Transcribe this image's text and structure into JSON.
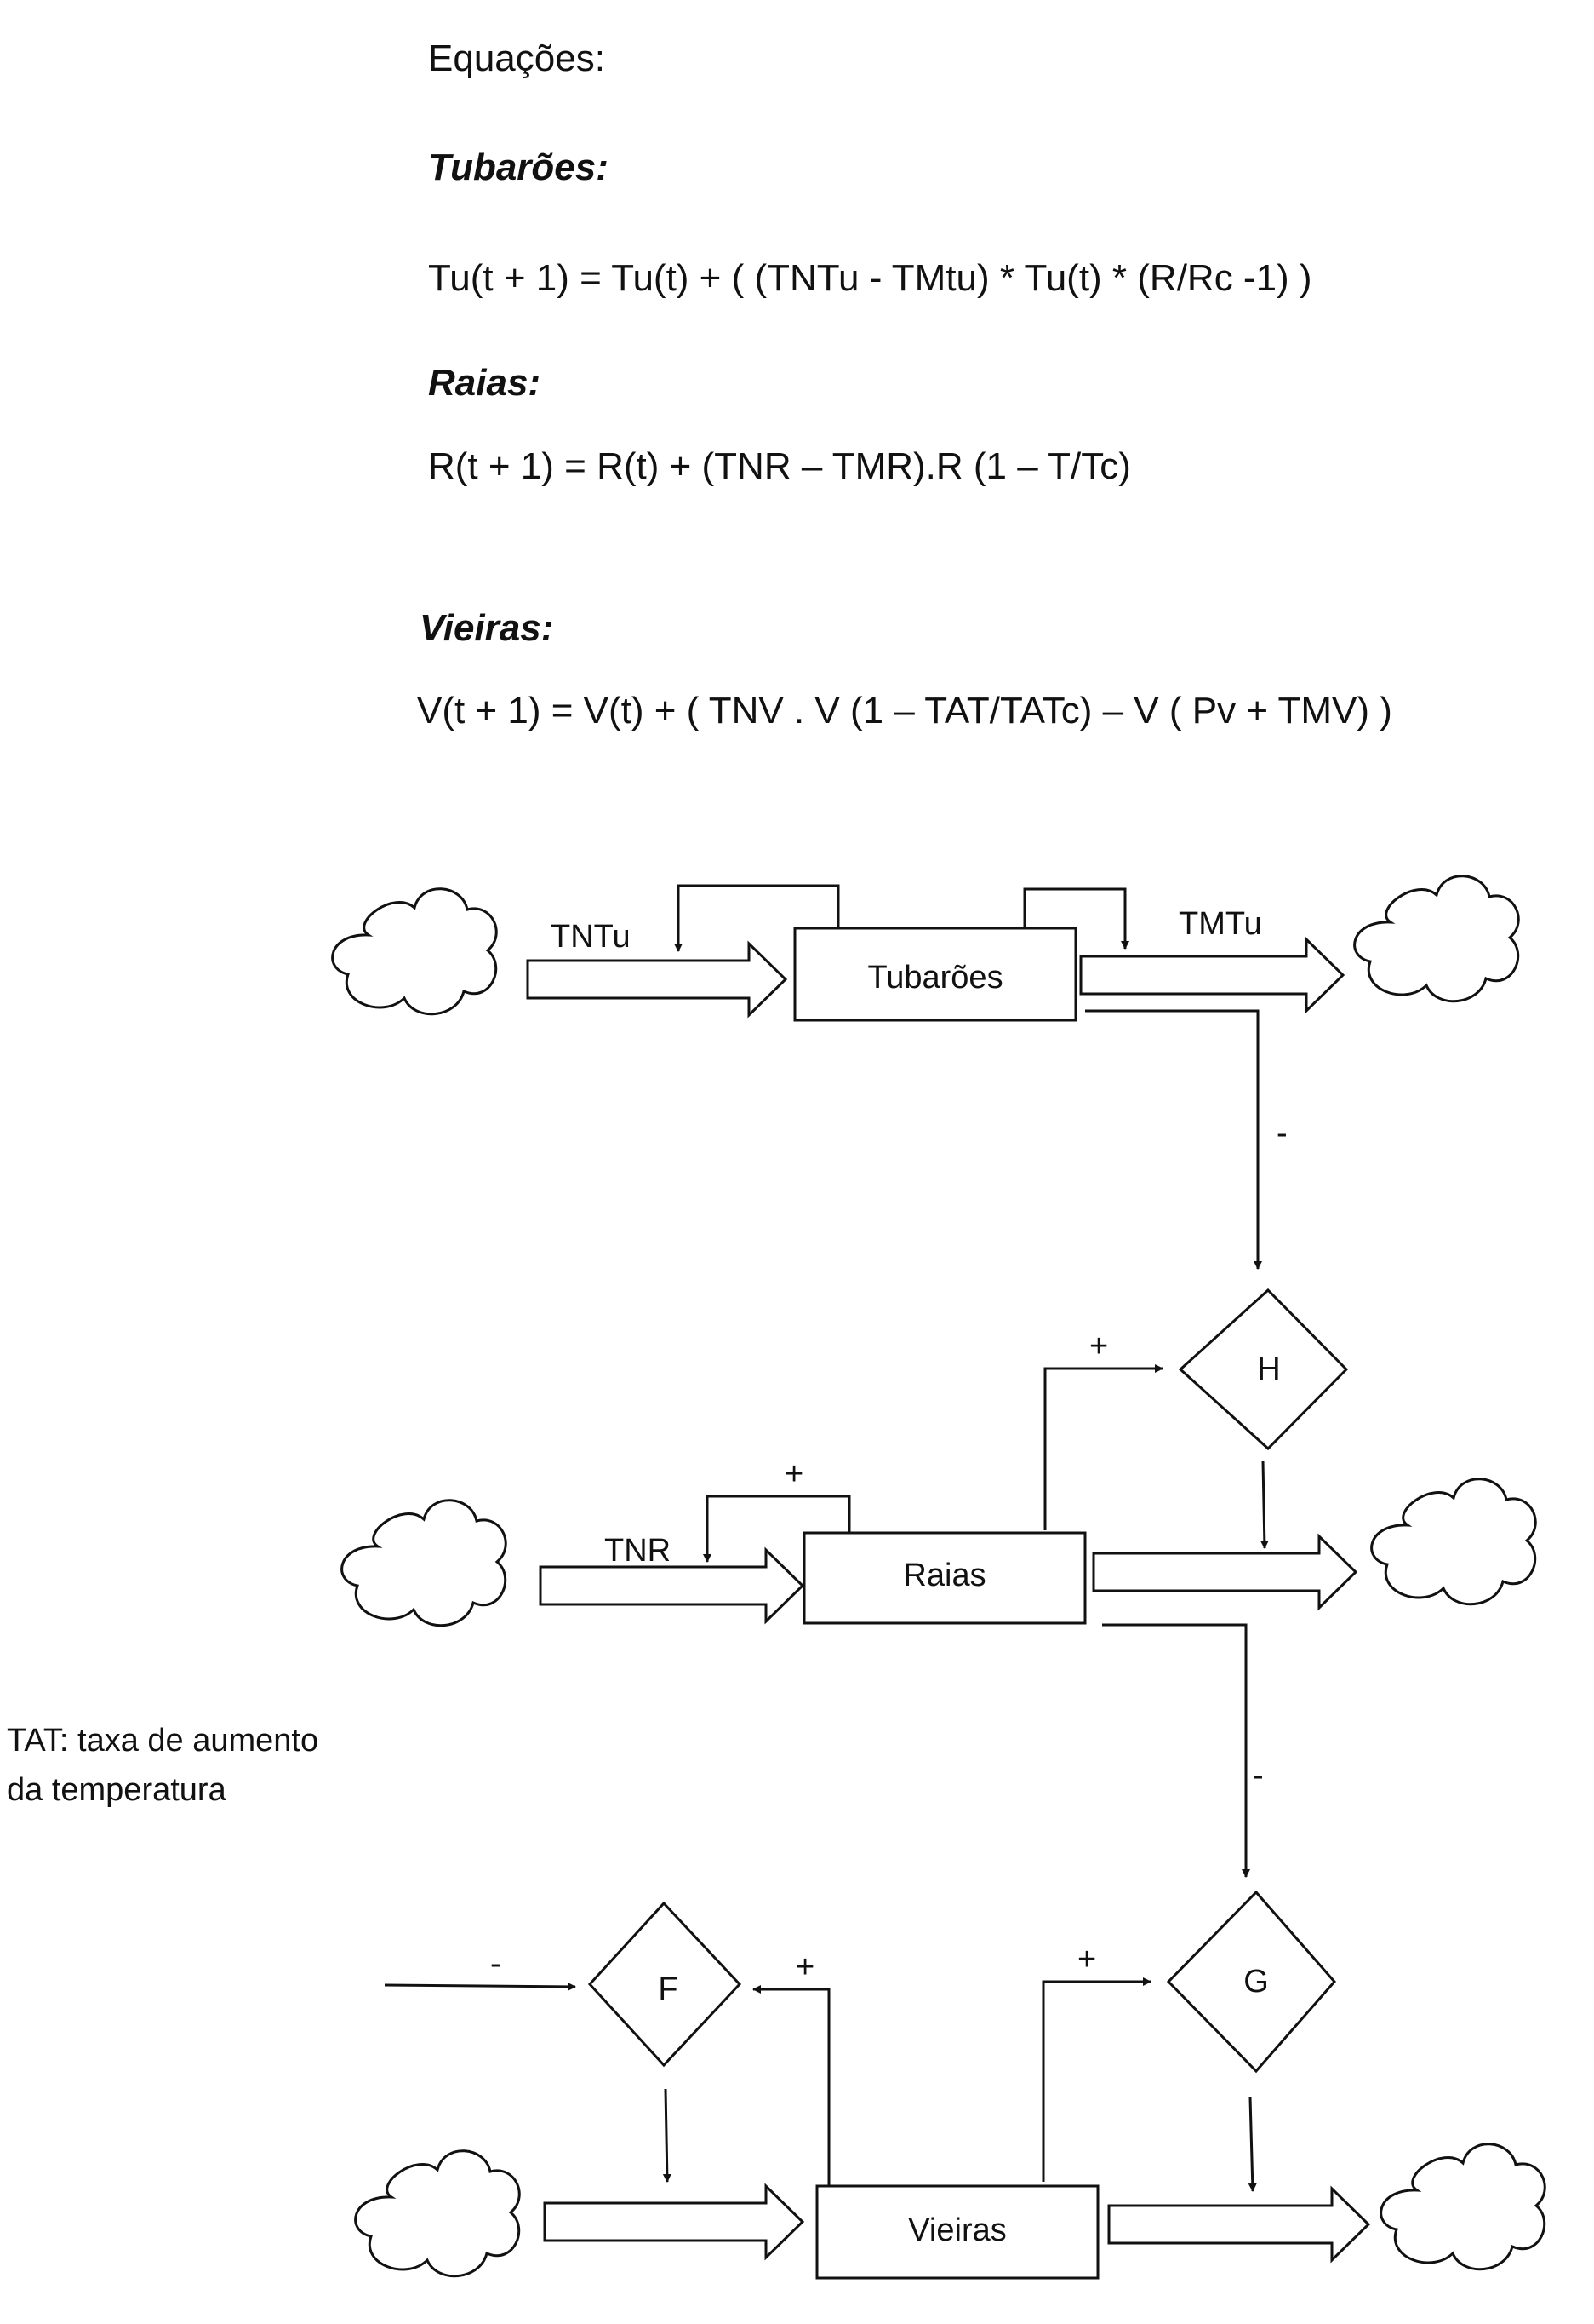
{
  "equations": {
    "heading": "Equações:",
    "tubaroes_heading": "Tubarões:",
    "tubaroes_eq": "Tu(t + 1) = Tu(t) + ( (TNTu - TMtu) * Tu(t) * (R/Rc -1) )",
    "raias_heading": "Raias:",
    "raias_eq": "R(t + 1) = R(t) + (TNR – TMR).R (1 – T/Tc)",
    "vieiras_heading": "Vieiras:",
    "vieiras_eq": "V(t + 1) = V(t) + ( TNV . V (1 – TAT/TATc) – V ( Pv + TMV) )"
  },
  "diagram": {
    "stocks": {
      "tubaroes": "Tubarões",
      "raias": "Raias",
      "vieiras": "Vieiras"
    },
    "flows": {
      "tntu": "TNTu",
      "tmtu": "TMTu",
      "tnr": "TNR"
    },
    "converters": {
      "h": "H",
      "g": "G",
      "f": "F"
    },
    "signs": {
      "tubaroes_to_h": "-",
      "raias_to_h": "+",
      "raias_loop": "+",
      "raias_to_g": "-",
      "vieiras_to_g": "+",
      "vieiras_to_f": "+",
      "tat_to_f": "-"
    },
    "tat_note": [
      "TAT: taxa de aumento",
      "da temperatura"
    ]
  }
}
